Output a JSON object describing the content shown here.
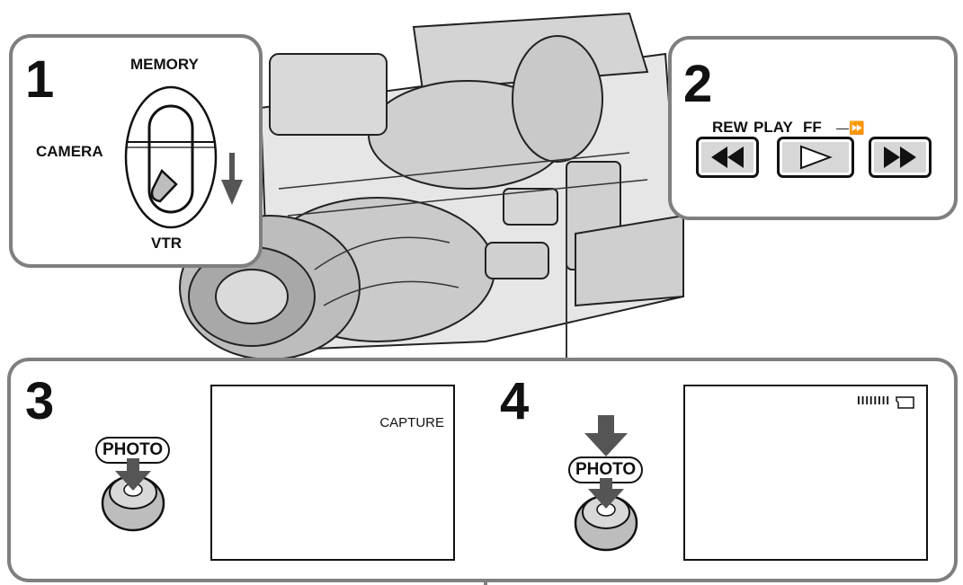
{
  "steps": {
    "step1": {
      "number": "1",
      "labels": {
        "top": "MEMORY",
        "left": "CAMERA",
        "bottom": "VTR"
      }
    },
    "step2": {
      "number": "2",
      "labels": {
        "rew": "REW",
        "play": "PLAY",
        "ff": "FF",
        "mark": "—⏩"
      }
    },
    "step3": {
      "number": "3",
      "button": "PHOTO",
      "screen_text": "CAPTURE"
    },
    "step4": {
      "number": "4",
      "button": "PHOTO",
      "screen_text": "IIIIIIII"
    }
  },
  "colors": {
    "panel_border": "#7f7f7f",
    "ink": "#111111",
    "shade": "#bdbdbd"
  },
  "icons": [
    "arrow-down-icon",
    "rewind-icon",
    "play-icon",
    "fast-forward-icon",
    "tape-cassette-icon"
  ]
}
